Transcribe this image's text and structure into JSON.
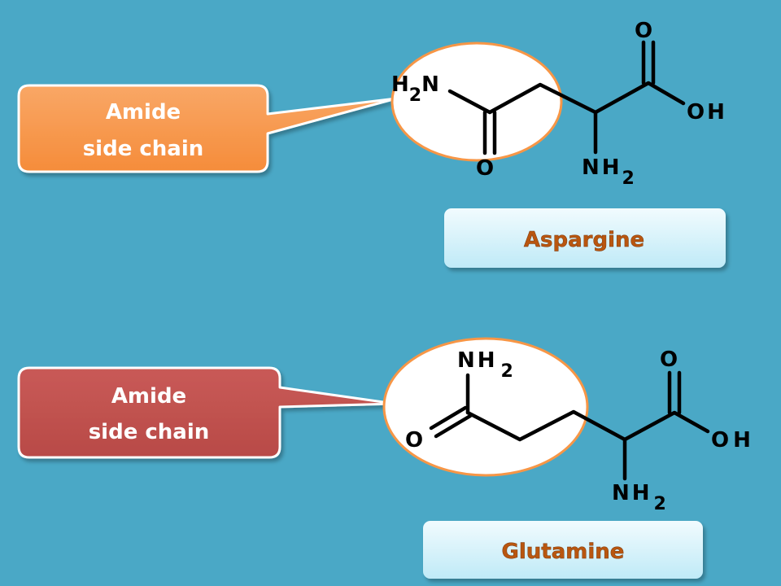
{
  "colors": {
    "background": "#4aa8c6",
    "callout_top": "#f79646",
    "callout_bottom": "#c0504d",
    "highlight_border": "#f79646",
    "label_box": "#d2f1fa",
    "label_text": "#b9560f"
  },
  "molecules": [
    {
      "name": "Aspargine",
      "callout": {
        "line1": "Amide",
        "line2": "side chain"
      },
      "atoms": {
        "amide_n": "H",
        "amide_n_sub": "2",
        "amide_n_tail": "N",
        "amide_o": "O",
        "acid_o": "O",
        "acid_oh": "OH",
        "alpha_n": "NH",
        "alpha_n_sub": "2"
      }
    },
    {
      "name": "Glutamine",
      "callout": {
        "line1": "Amide",
        "line2": "side chain"
      },
      "atoms": {
        "amide_n": "NH",
        "amide_n_sub": "2",
        "amide_o": "O",
        "acid_o": "O",
        "acid_oh": "OH",
        "alpha_n": "NH",
        "alpha_n_sub": "2"
      }
    }
  ]
}
